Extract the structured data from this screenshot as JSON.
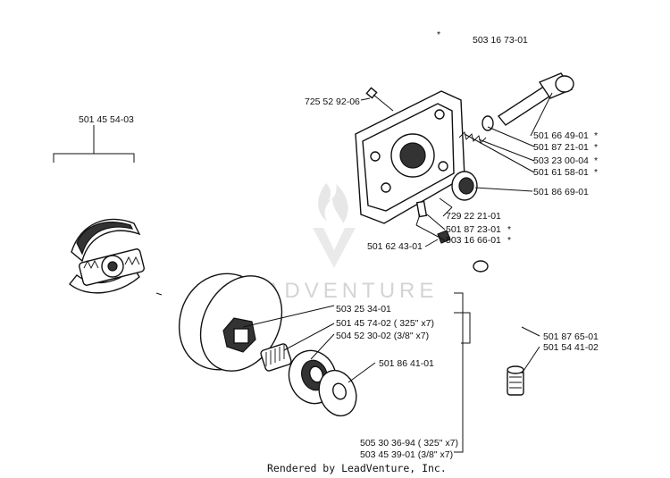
{
  "labels": {
    "top_star": "*",
    "p_5031673": "503 16 73-01",
    "p_5014554": "501 45 54-03",
    "p_7255292": "725 52 92-06",
    "p_5016649": "501 66 49-01",
    "p_5016649_star": "*",
    "p_5018721": "501 87 21-01",
    "p_5018721_star": "*",
    "p_5032300": "503 23 00-04",
    "p_5032300_star": "*",
    "p_5016158": "501 61 58-01",
    "p_5016158_star": "*",
    "p_5018669": "501 86 69-01",
    "p_7292221": "729 22 21-01",
    "p_5018723": "501 87 23-01",
    "p_5018723_star": "*",
    "p_5016243": "501 62 43-01",
    "p_5031666": "503 16 66-01",
    "p_5031666_star": "*",
    "p_5032534": "503 25 34-01",
    "p_5014574": "501 45 74-02 ( 325\" x7)",
    "p_5045230": "504 52 30-02 (3/8\" x7)",
    "p_5018765": "501 87 65-01",
    "p_5015441": "501 54 41-02",
    "p_5018641": "501 86 41-01",
    "p_5053036": "505 30 36-94 ( 325\" x7)",
    "p_5034539": "503 45 39-01 (3/8\" x7)"
  },
  "watermark": "LEADVENTURE",
  "footer": "Rendered by LeadVenture, Inc."
}
